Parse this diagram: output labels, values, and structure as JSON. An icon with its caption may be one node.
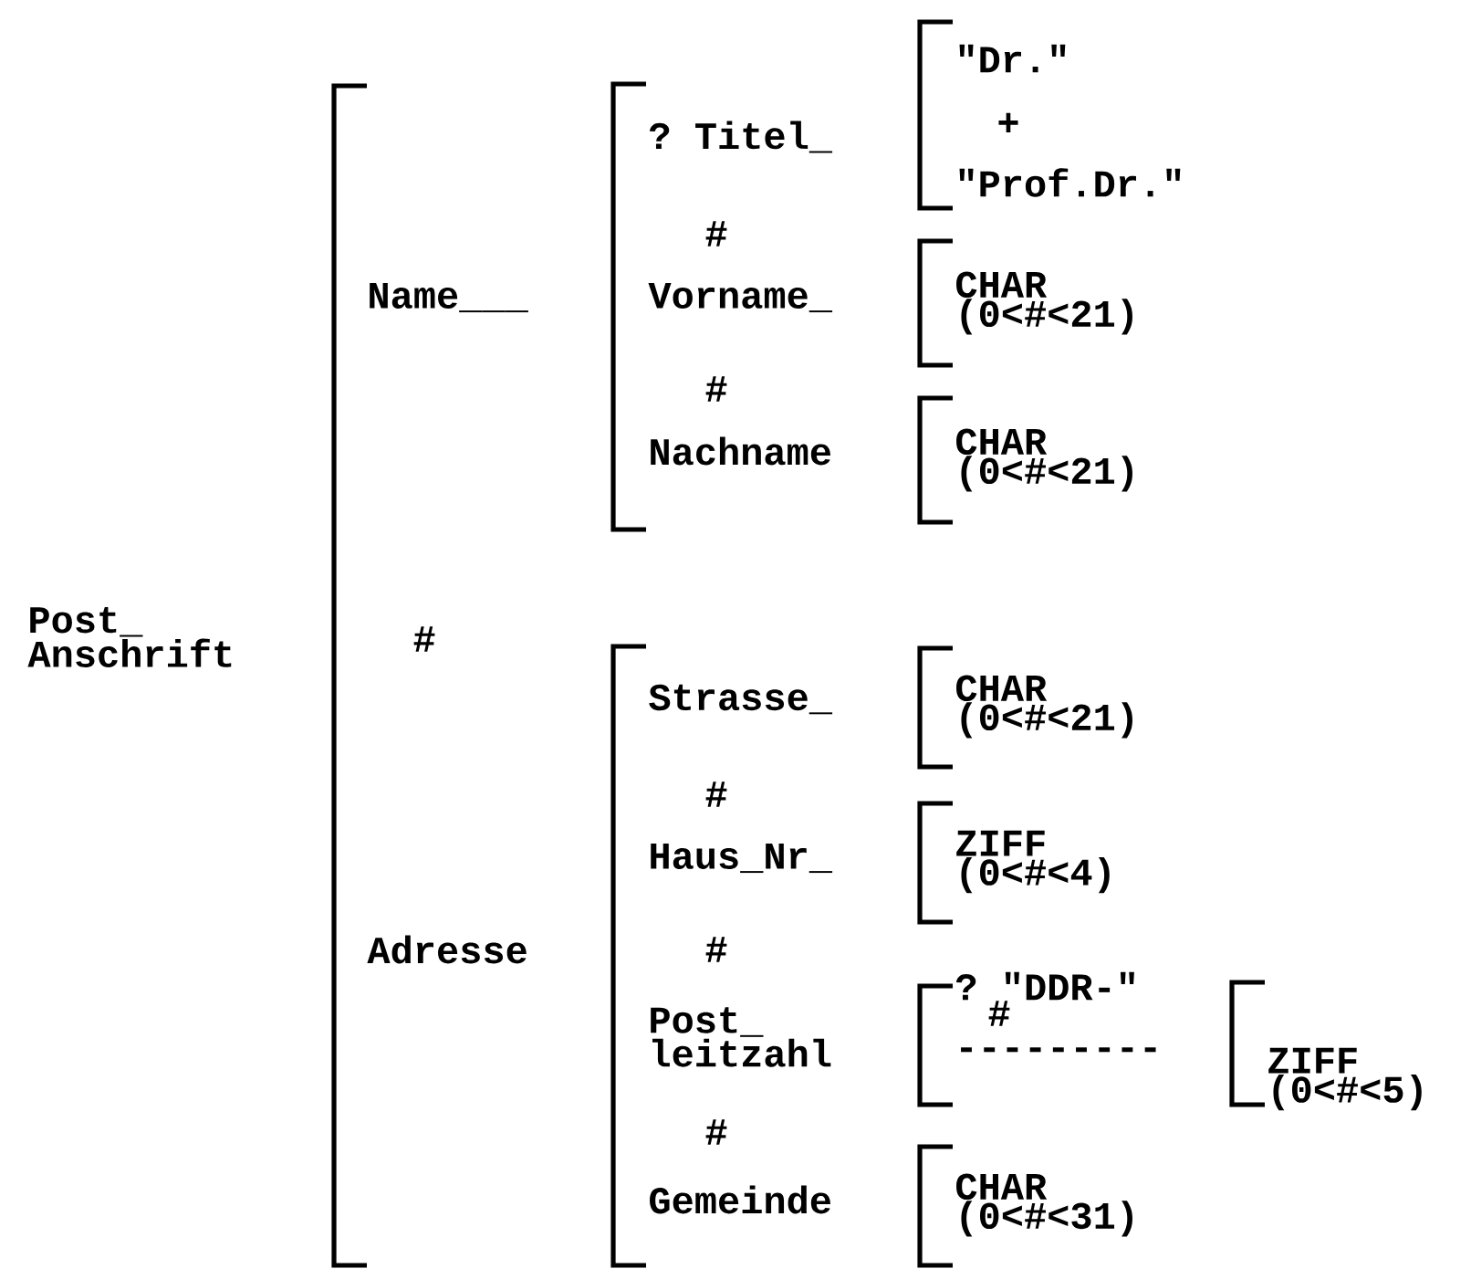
{
  "diagram": {
    "nodes": [
      {
        "text": [
          "Post_ Anschrift"
        ]
      },
      {
        "text": [
          "Name___"
        ],
        "in": 0
      },
      {
        "text": [
          "? Titel_"
        ],
        "in": 1
      },
      {
        "text": [
          "\"Dr.\""
        ],
        "in": 2
      },
      {
        "text": [
          "\"Prof.Dr.\""
        ],
        "in": 2
      },
      {
        "text": [
          "Vorname_"
        ],
        "in": 1
      },
      {
        "text": [
          "CHAR (0<#<21)"
        ],
        "in": 5
      },
      {
        "text": [
          "Nachname"
        ],
        "in": 1
      },
      {
        "text": [
          "CHAR (0<#<21)"
        ],
        "in": 7
      },
      {
        "text": [
          "Adresse"
        ],
        "in": 0
      },
      {
        "text": [
          "Strasse_"
        ],
        "in": 9
      },
      {
        "text": [
          "CHAR (0<#<21)"
        ],
        "in": 10
      },
      {
        "text": [
          "Haus_Nr_"
        ],
        "in": 9
      },
      {
        "text": [
          "ZIFF (0<#<4)"
        ],
        "in": 12
      },
      {
        "text": [
          "Post_ leitzahl"
        ],
        "in": 9
      },
      {
        "text": [
          "? \"DDR-\""
        ],
        "in": 14
      },
      {
        "text": [
          "---------"
        ],
        "in": 14
      },
      {
        "text": [
          "ZIFF (0<#<5)"
        ],
        "in": 16
      },
      {
        "text": [
          "Gemeinde"
        ],
        "in": 9
      },
      {
        "text": [
          "CHAR (0<#<31)"
        ],
        "in": 18
      }
    ],
    "labels": [
      "+",
      "#",
      "#",
      "#",
      "#",
      "#",
      "#",
      "#"
    ]
  }
}
